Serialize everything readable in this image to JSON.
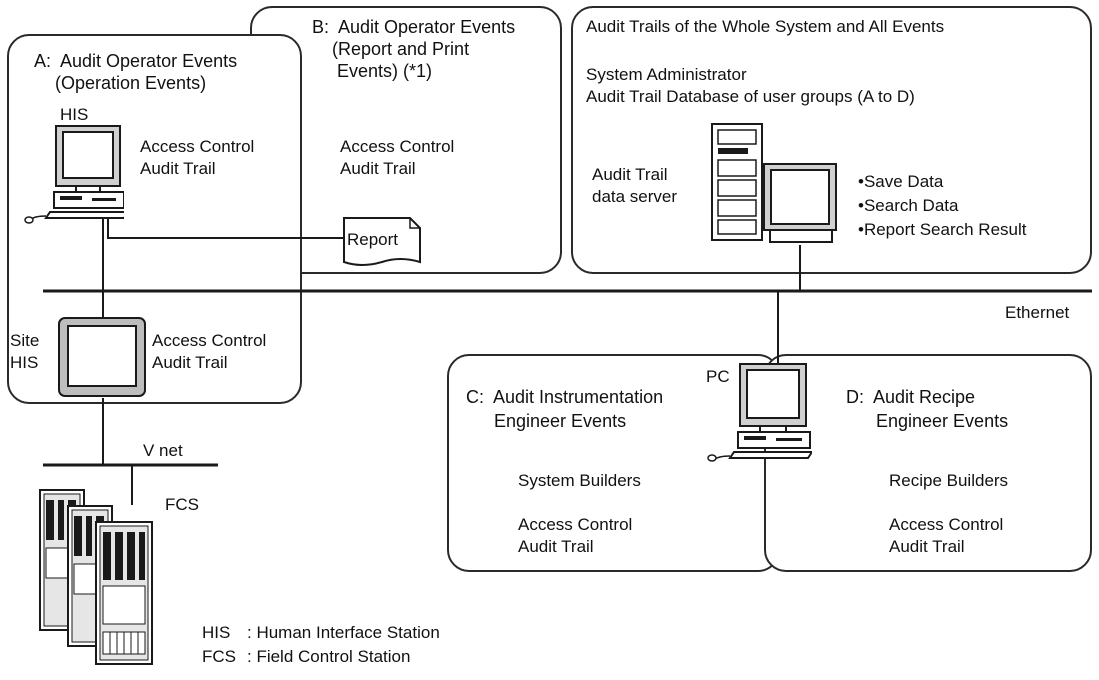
{
  "zone_a": {
    "title_line1": "A:  Audit Operator Events",
    "title_line2": "(Operation Events)",
    "his_label": "HIS",
    "ac": "Access Control",
    "at": "Audit Trail"
  },
  "zone_b": {
    "title_line1": "B:  Audit Operator Events",
    "title_line2": "(Report and Print",
    "title_line3": " Events) (*1)",
    "ac": "Access Control",
    "at": "Audit Trail",
    "report": "Report"
  },
  "zone_top_right": {
    "title": "Audit Trails of the Whole System and All Events",
    "admin": "System Administrator",
    "db": "Audit Trail Database of user groups (A to D)",
    "server_line1": "Audit Trail",
    "server_line2": "data server",
    "bullets": [
      "•Save Data",
      "•Search Data",
      "•Report Search Result"
    ]
  },
  "network": {
    "ethernet": "Ethernet",
    "vnet": "V net"
  },
  "site_his": {
    "line1": "Site",
    "line2": "HIS",
    "ac": "Access Control",
    "at": "Audit Trail"
  },
  "zone_c": {
    "title_line1": "C:  Audit Instrumentation",
    "title_line2": "Engineer Events",
    "builders": "System Builders",
    "ac": "Access Control",
    "at": "Audit Trail"
  },
  "zone_d": {
    "title_line1": "D:  Audit Recipe",
    "title_line2": "Engineer Events",
    "builders": "Recipe Builders",
    "ac": "Access Control",
    "at": "Audit Trail"
  },
  "pc_label": "PC",
  "fcs_label": "FCS",
  "legend": [
    {
      "abbr": "HIS",
      "desc": ": Human Interface Station"
    },
    {
      "abbr": "FCS",
      "desc": ": Field Control Station"
    }
  ]
}
